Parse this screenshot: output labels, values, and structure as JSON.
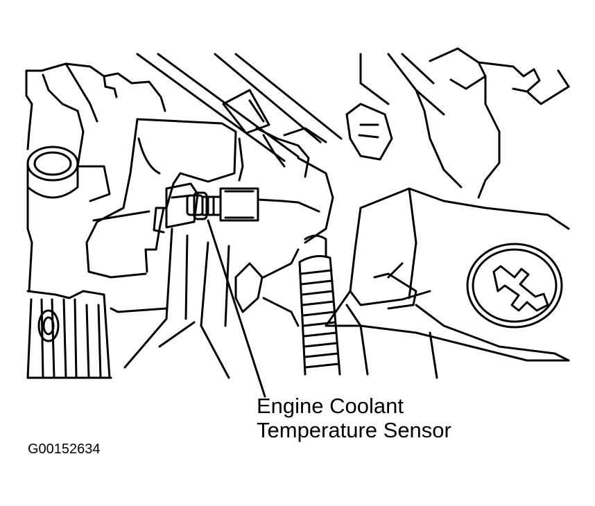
{
  "diagram": {
    "callout": {
      "line1": "Engine Coolant",
      "line2": "Temperature Sensor"
    },
    "figure_code": "G00152634",
    "colors": {
      "ink": "#000000",
      "paper": "#ffffff"
    }
  }
}
